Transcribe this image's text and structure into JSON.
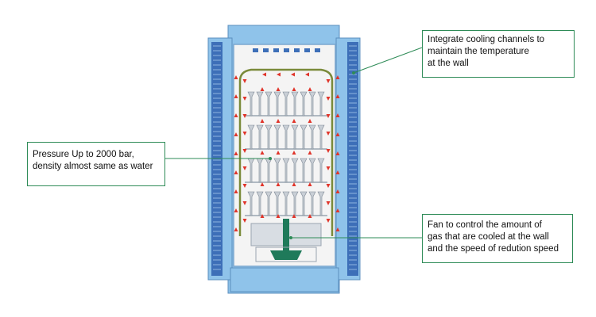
{
  "callouts": {
    "cooling": {
      "lines": [
        "Integrate cooling channels to",
        "maintain the temperature",
        "at the wall"
      ]
    },
    "pressure": {
      "lines": [
        "Pressure Up to 2000 bar,",
        "density almost same as water"
      ]
    },
    "fan": {
      "lines": [
        "Fan to control the amount of",
        "gas that are cooled at the wall",
        "and the speed of redution speed"
      ]
    }
  },
  "colors": {
    "vessel_blue": "#8fc3ea",
    "channel_blue": "#3d6fb8",
    "leader_green": "#2e8b57",
    "flow_red": "#e0342a",
    "flow_outline": "#7a8a3a",
    "fan_green": "#1f7a5a"
  }
}
